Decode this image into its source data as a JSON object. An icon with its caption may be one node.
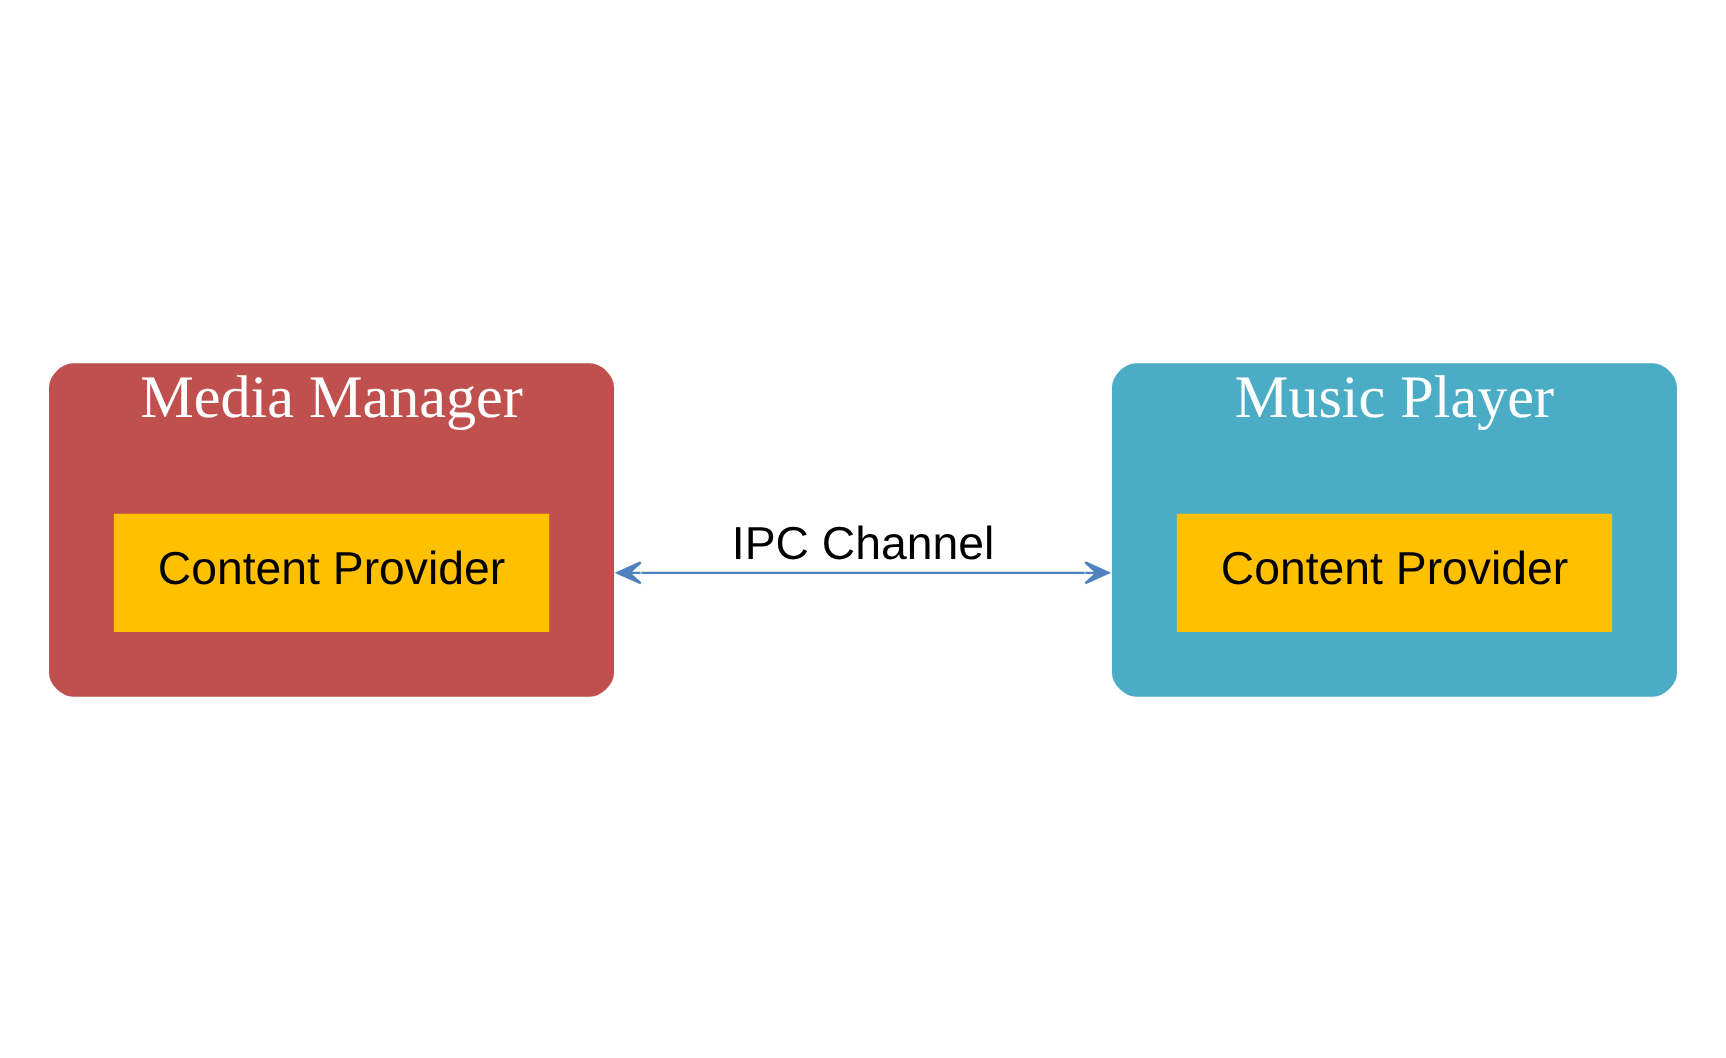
{
  "diagram": {
    "nodes": [
      {
        "text": [
          "Media Manager"
        ]
      },
      {
        "text": [
          "Content Provider"
        ],
        "in": 0
      },
      {
        "text": [
          "Music Player"
        ]
      },
      {
        "text": [
          "Content Provider"
        ],
        "in": 2
      }
    ],
    "edges": [
      {
        "from": 0,
        "to": 2,
        "arrow": "both",
        "label": "IPC Channel"
      }
    ]
  }
}
